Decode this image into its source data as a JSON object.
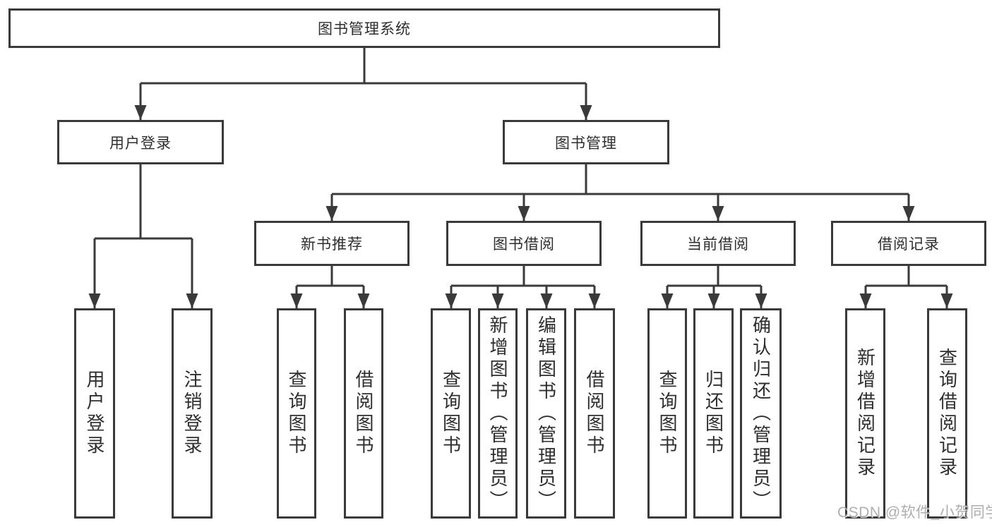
{
  "colors": {
    "line": "#3a3a3a",
    "text": "#2e2e2e",
    "watermark": "#a0a0a0",
    "bg": "#ffffff"
  },
  "root": {
    "label": "图书管理系统"
  },
  "branches": {
    "user_login": {
      "label": "用户登录",
      "children": [
        {
          "label": "用户登录"
        },
        {
          "label": "注销登录"
        }
      ]
    },
    "book_management": {
      "label": "图书管理",
      "children": [
        {
          "label": "新书推荐",
          "children": [
            {
              "label": "查询图书"
            },
            {
              "label": "借阅图书"
            }
          ]
        },
        {
          "label": "图书借阅",
          "children": [
            {
              "label": "查询图书"
            },
            {
              "label": "新增图书（管理员）"
            },
            {
              "label": "编辑图书（管理员）"
            },
            {
              "label": "借阅图书"
            }
          ]
        },
        {
          "label": "当前借阅",
          "children": [
            {
              "label": "查询图书"
            },
            {
              "label": "归还图书"
            },
            {
              "label": "确认归还（管理员）"
            }
          ]
        },
        {
          "label": "借阅记录",
          "children": [
            {
              "label": "新增借阅记录"
            },
            {
              "label": "查询借阅记录"
            }
          ]
        }
      ]
    }
  },
  "watermark": {
    "text": "CSDN @软件_小贺同学"
  }
}
